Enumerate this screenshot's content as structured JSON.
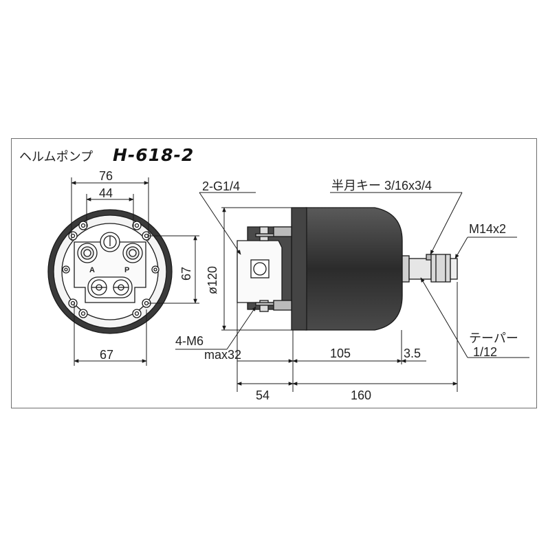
{
  "title": {
    "product_name": "ヘルムポンプ",
    "model": "H-618-2"
  },
  "dimensions": {
    "front_width_outer": "76",
    "front_width_inner": "44",
    "front_bottom_width": "67",
    "front_height": "67",
    "port_a": "A",
    "port_p": "P",
    "ports": "2-G1/4",
    "diameter": "ø120",
    "mount_screws": "4-M6",
    "max_depth": "max32",
    "body_length": "105",
    "flange_thickness": "3.5",
    "overall_rear": "54",
    "overall_length": "160",
    "half_moon_key": "半月キー 3/16x3/4",
    "shaft_thread": "M14x2",
    "taper_label": "テーパー",
    "taper_ratio": "1/12"
  },
  "colors": {
    "line": "#1a1a1a",
    "body_fill": "#3a3a3a",
    "frame": "#6d6d6d"
  }
}
